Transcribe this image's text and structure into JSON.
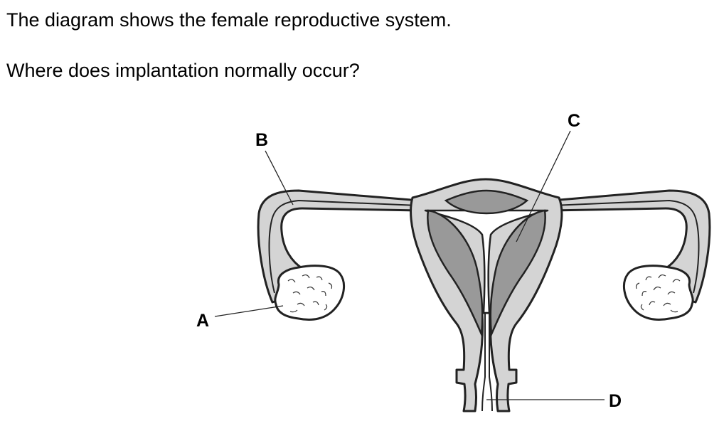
{
  "question": {
    "stem": "The diagram shows the female reproductive system.",
    "prompt": "Where does implantation normally occur?"
  },
  "diagram": {
    "labels": {
      "a": "A",
      "b": "B",
      "c": "C",
      "d": "D"
    },
    "colors": {
      "outline": "#222222",
      "tissue": "#d4d4d4",
      "inner_lining": "#999999",
      "background": "#ffffff"
    }
  }
}
